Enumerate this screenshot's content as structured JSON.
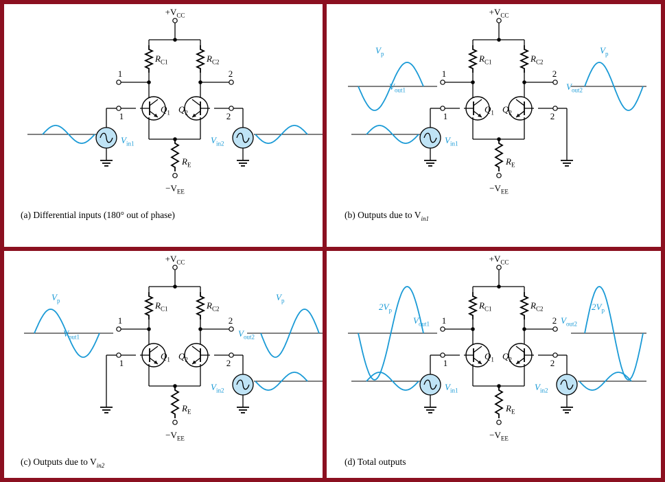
{
  "colors": {
    "frame": "#8b1020",
    "wave": "#1a9ad6",
    "source_fill": "#bfe3f5",
    "wire": "#000000"
  },
  "labels": {
    "vcc_main": "+V",
    "vcc_sub": "CC",
    "vee_main": "−V",
    "vee_sub": "EE",
    "rc1_main": "R",
    "rc1_sub": "C1",
    "rc2_main": "R",
    "rc2_sub": "C2",
    "re_main": "R",
    "re_sub": "E",
    "q1_main": "Q",
    "q1_sub": "1",
    "q2_main": "Q",
    "q2_sub": "2",
    "vin1_main": "V",
    "vin1_sub": "in1",
    "vin2_main": "V",
    "vin2_sub": "in2",
    "vout1_main": "V",
    "vout1_sub": "out1",
    "vout2_main": "V",
    "vout2_sub": "out2",
    "vp_main": "V",
    "vp_sub": "p",
    "two_vp_prefix": "2V",
    "two_vp_sub": "p",
    "node_1": "1",
    "node_2": "2"
  },
  "panels": [
    {
      "id": "a",
      "caption_text": "(a) Differential inputs (180° out of phase)",
      "caption_sub": ""
    },
    {
      "id": "b",
      "caption_text": "(b) Outputs due to V",
      "caption_sub": "in1"
    },
    {
      "id": "c",
      "caption_text": "(c) Outputs due to V",
      "caption_sub": "in2"
    },
    {
      "id": "d",
      "caption_text": "(d) Total outputs",
      "caption_sub": ""
    }
  ]
}
